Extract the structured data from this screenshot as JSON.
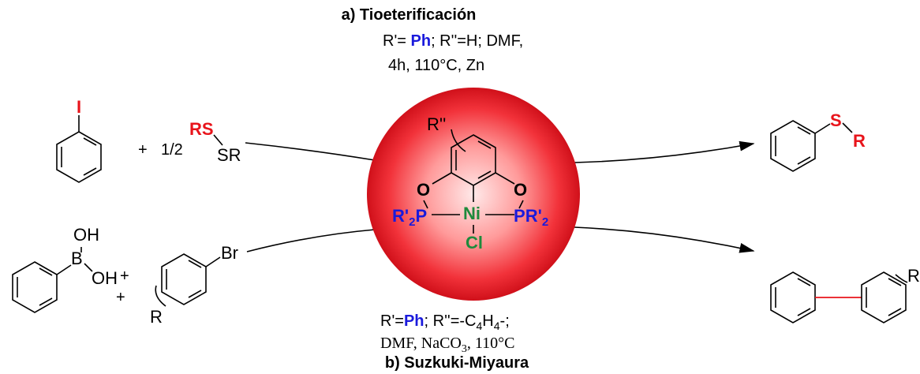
{
  "reaction_a": {
    "title": "a) Tioeterificación",
    "cond_line1_pre": "R'= ",
    "cond_line1_ph": "Ph",
    "cond_line1_post": "; R''=H; DMF,",
    "cond_line2": "4h, 110°C, Zn",
    "reagent_iodo": "I",
    "plus": "+",
    "disulfide_coef": "1/2",
    "disulfide_rs": "RS",
    "disulfide_sr": "SR",
    "product_s": "S",
    "product_r": "R"
  },
  "reaction_b": {
    "title": "b) Suzkuki-Miyaura",
    "cond_line1_pre": "R'=",
    "cond_line1_ph": "Ph",
    "cond_line1_post_a": "; R''=-C",
    "cond_line1_sub4a": "4",
    "cond_line1_h": "H",
    "cond_line1_sub4b": "4",
    "cond_line1_post_b": "-;",
    "cond_line2_pre": "DMF, NaCO",
    "cond_line2_sub": "3",
    "cond_line2_post": ", 110°C",
    "boronic_oh1": "OH",
    "boronic_b": "B",
    "boronic_oh2": "OH",
    "boronic_plus_small": "+",
    "plus": "+",
    "bromo_br": "Br",
    "bromo_r": "R",
    "product_r": "R"
  },
  "catalyst": {
    "r_dprime": "R''",
    "o_left": "O",
    "o_right": "O",
    "ni": "Ni",
    "cl": "Cl",
    "pr2_left_r": "R'",
    "pr2_left_sub": "2",
    "pr2_left_p": "P",
    "pr2_right_p": "P",
    "pr2_right_r": "R'",
    "pr2_right_sub": "2"
  },
  "colors": {
    "red": "#e8141b",
    "blue": "#1a1adc",
    "green": "#1e8a3c",
    "sphere_core": "#ffe6e6",
    "sphere_edge": "#d6121c"
  }
}
